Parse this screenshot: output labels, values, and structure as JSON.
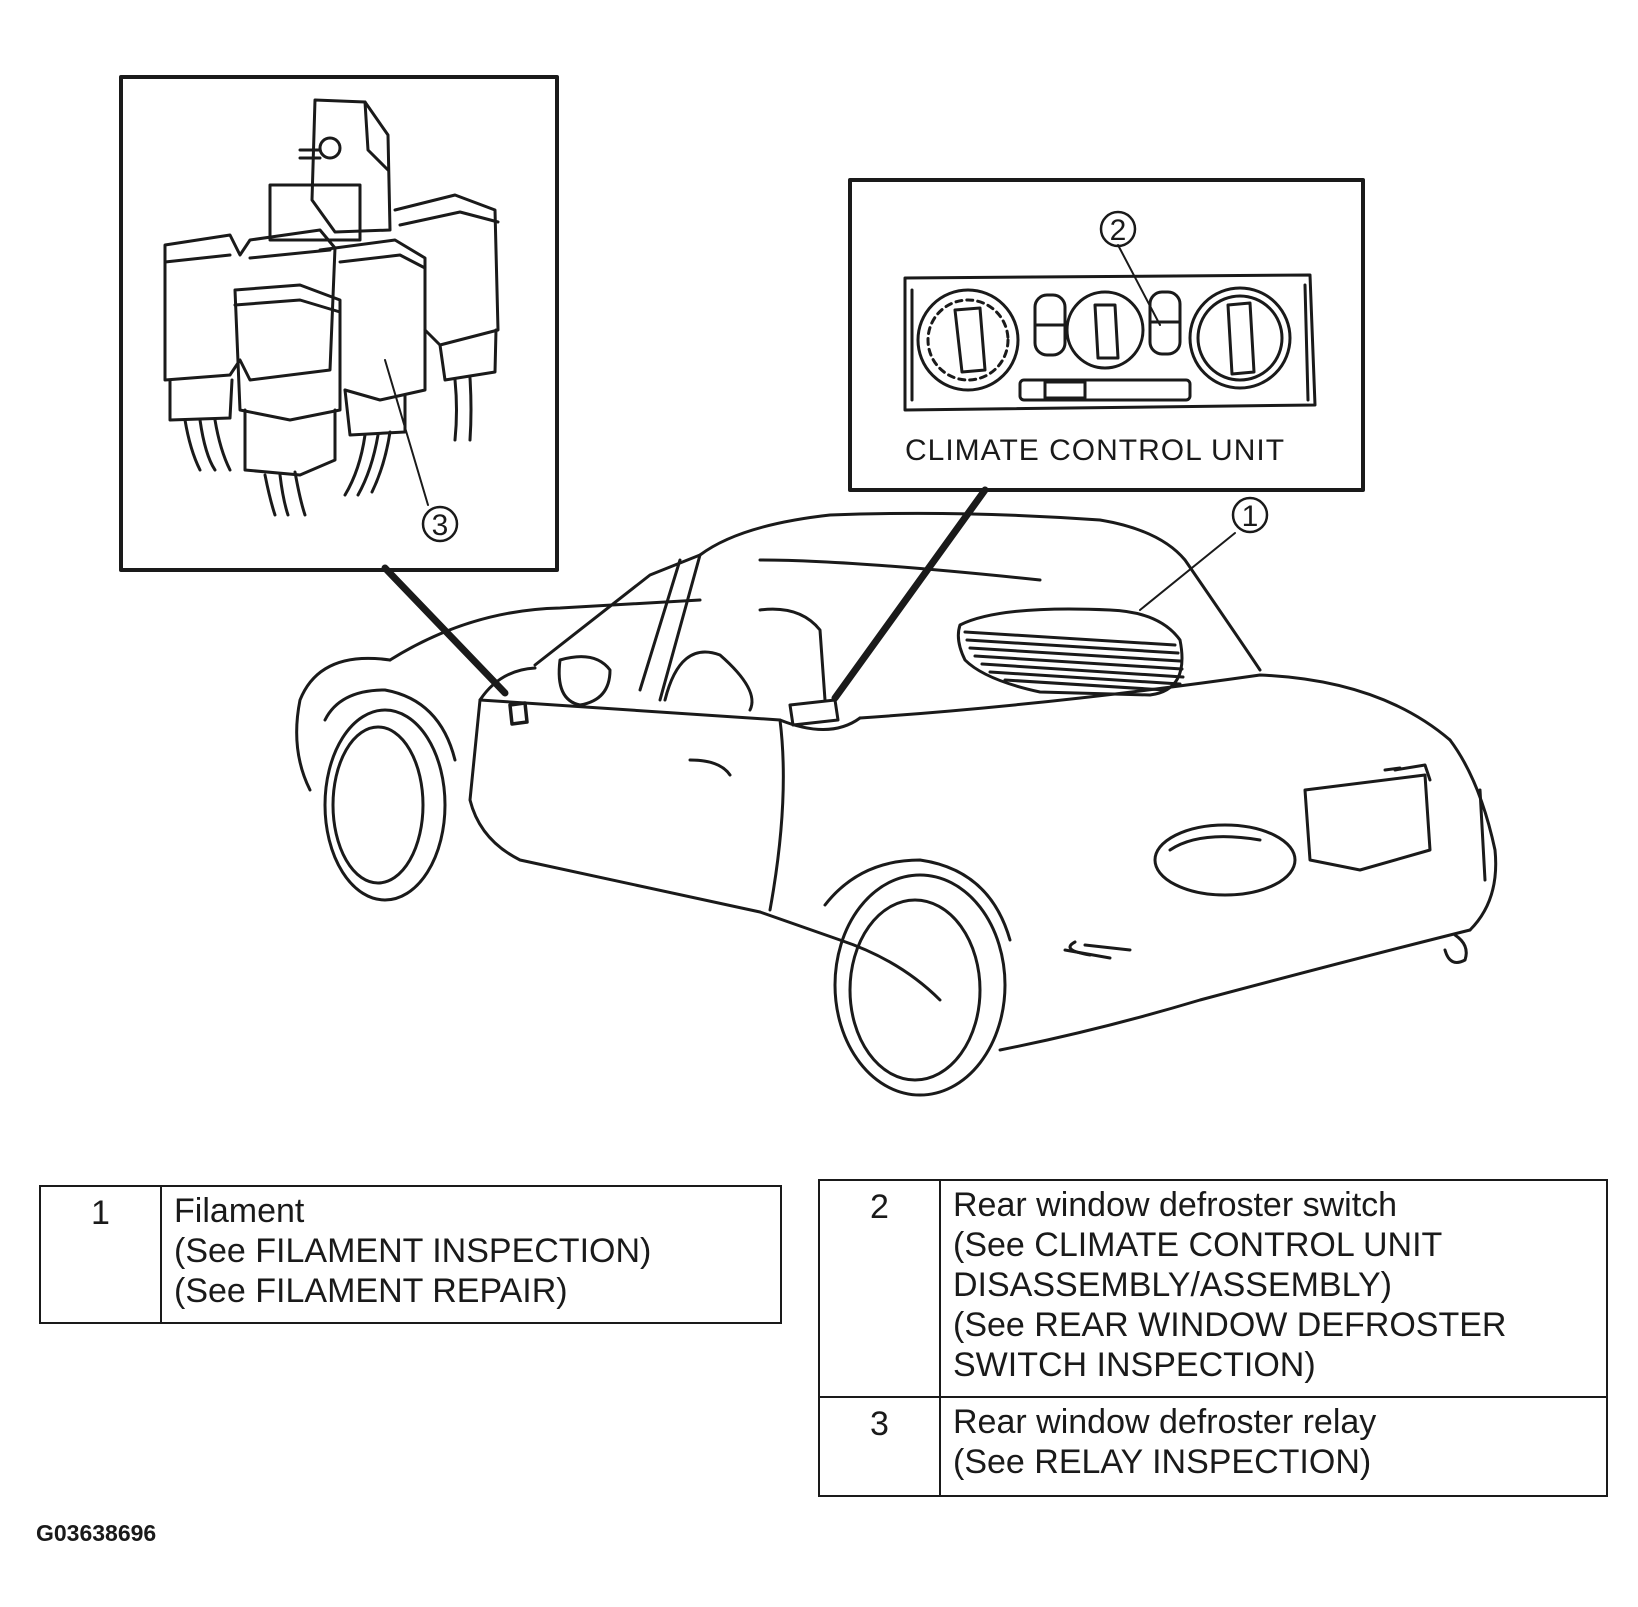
{
  "insets": {
    "relay_box": {
      "callout": "3"
    },
    "climate_box": {
      "callout": "2",
      "caption": "CLIMATE  CONTROL UNIT"
    }
  },
  "car": {
    "callout": "1"
  },
  "table_left": {
    "rows": [
      {
        "num": "1",
        "lines": [
          "Filament",
          "(See FILAMENT INSPECTION)",
          "(See FILAMENT REPAIR)"
        ]
      }
    ]
  },
  "table_right": {
    "rows": [
      {
        "num": "2",
        "lines": [
          "Rear window defroster switch",
          "(See CLIMATE CONTROL UNIT",
          "DISASSEMBLY/ASSEMBLY)",
          "(See REAR WINDOW DEFROSTER",
          "SWITCH INSPECTION)"
        ]
      },
      {
        "num": "3",
        "lines": [
          "Rear window defroster relay",
          "(See  RELAY INSPECTION)"
        ]
      }
    ]
  },
  "figure_id": "G03638696"
}
